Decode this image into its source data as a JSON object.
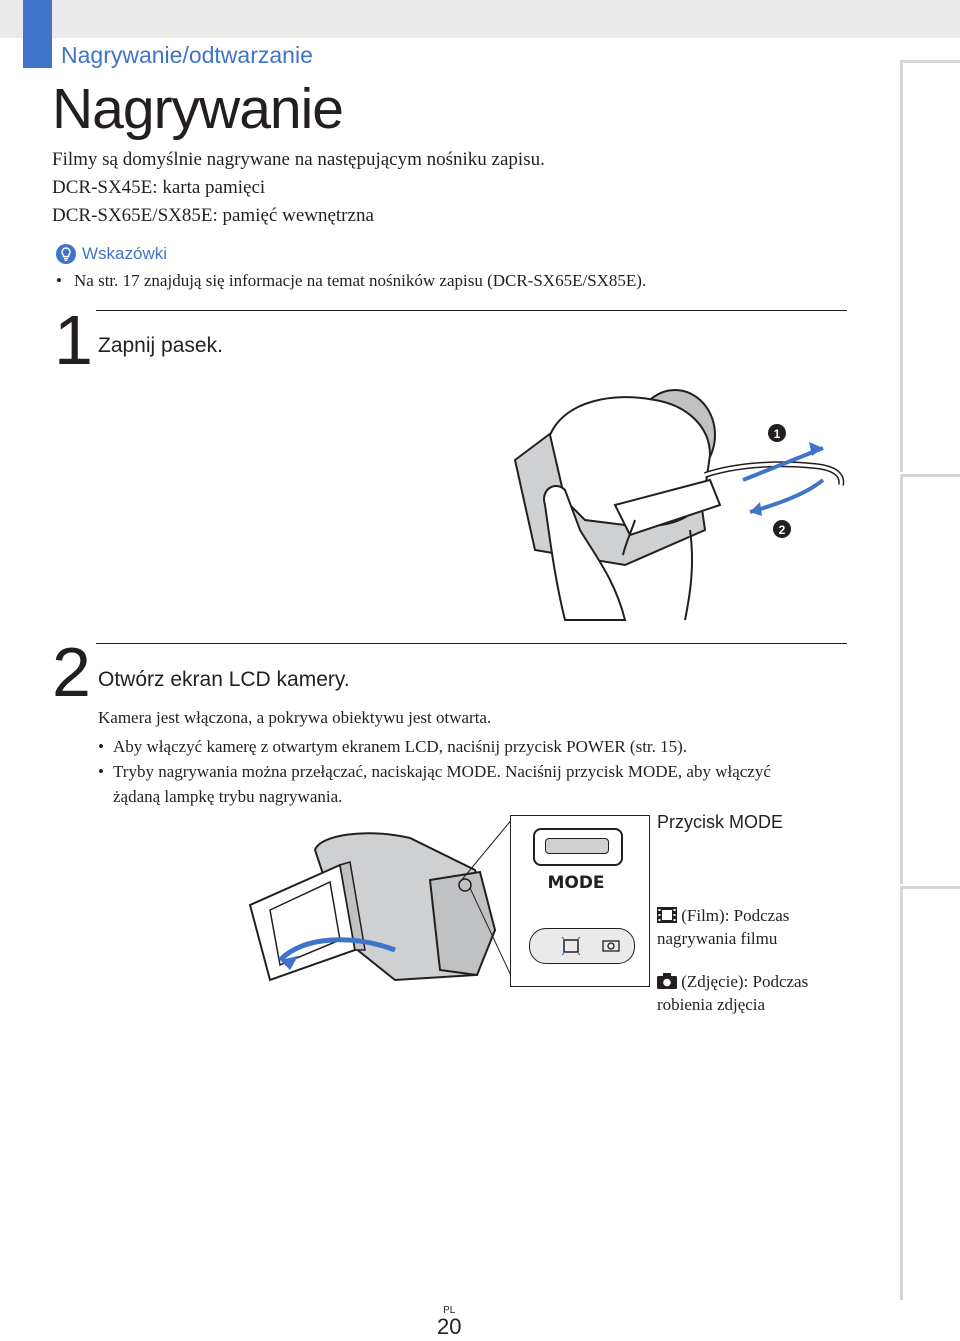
{
  "header": {
    "section": "Nagrywanie/odtwarzanie",
    "title": "Nagrywanie"
  },
  "intro": {
    "line1": "Filmy są domyślnie nagrywane na następującym nośniku zapisu.",
    "line2": "DCR-SX45E: karta pamięci",
    "line3": "DCR-SX65E/SX85E: pamięć wewnętrzna"
  },
  "hints": {
    "label": "Wskazówki",
    "icon": "lightbulb-icon",
    "item": "Na str. 17 znajdują się informacje na temat nośników zapisu (DCR-SX65E/SX85E)."
  },
  "step1": {
    "number": "1",
    "title": "Zapnij pasek.",
    "marker1": "1",
    "marker2": "2"
  },
  "step2": {
    "number": "2",
    "title": "Otwórz ekran LCD kamery.",
    "text": "Kamera jest włączona, a pokrywa obiektywu jest otwarta.",
    "bullet1": "Aby włączyć kamerę z otwartym ekranem LCD, naciśnij przycisk POWER (str. 15).",
    "bullet2_line1": "Tryby nagrywania można przełączać, naciskając MODE. Naciśnij przycisk MODE, aby włączyć",
    "bullet2_line2": "żądaną lampkę trybu nagrywania."
  },
  "mode": {
    "button_caption": "Przycisk MODE",
    "button_label": "MODE",
    "film_icon": "film-icon",
    "film_line1": "(Film): Podczas",
    "film_line2": "nagrywania filmu",
    "photo_icon": "camera-icon",
    "photo_line1": "(Zdjęcie): Podczas",
    "photo_line2": "robienia zdjęcia"
  },
  "footer": {
    "lang": "PL",
    "page": "20"
  },
  "colors": {
    "accent": "#3f74c8",
    "text": "#231f20"
  }
}
